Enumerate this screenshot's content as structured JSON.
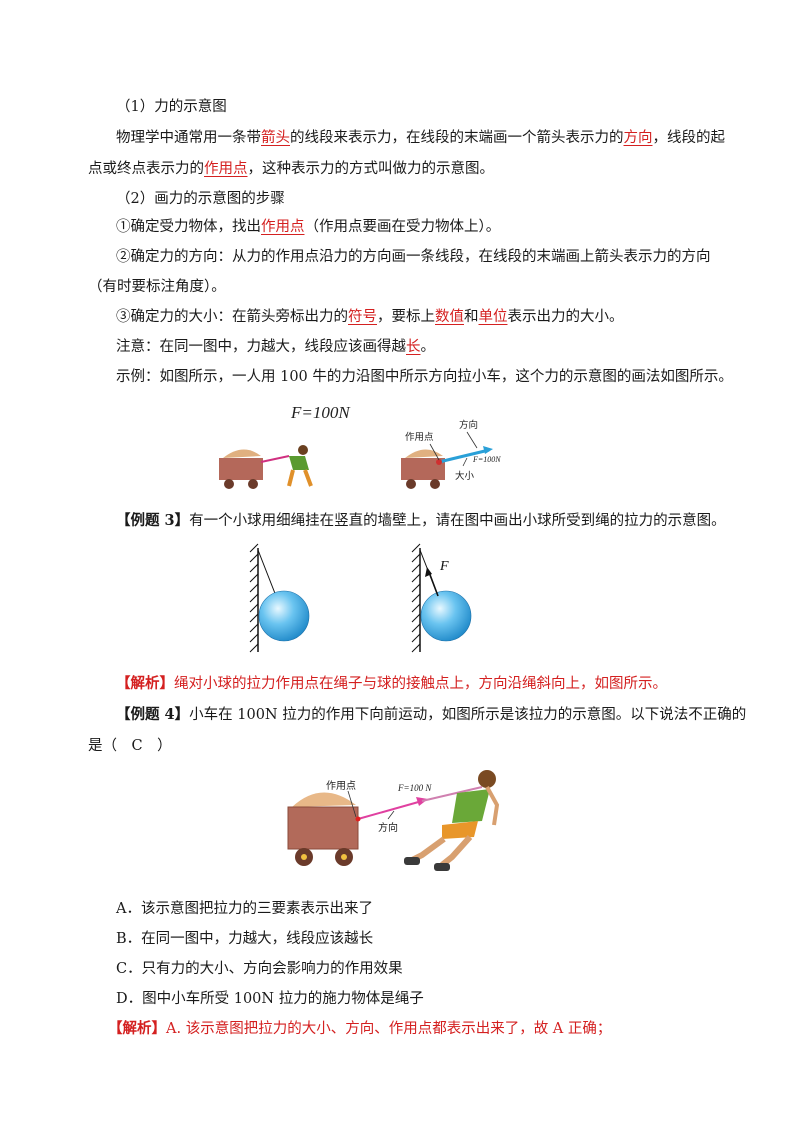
{
  "sec1": {
    "heading": "（1）力的示意图",
    "p1a": "物理学中通常用一条带",
    "p1_kw1": "箭头",
    "p1b": "的线段来表示力，在线段的末端画一个箭头表示力的",
    "p1_kw2": "方向",
    "p1c": "，线段的起",
    "p2a": "点或终点表示力的",
    "p2_kw": "作用点",
    "p2b": "，这种表示力的方式叫做力的示意图。"
  },
  "sec2": {
    "heading": "（2）画力的示意图的步骤",
    "step1a": "①确定受力物体，找出",
    "step1_kw": "作用点",
    "step1b": "（作用点要画在受力物体上）。",
    "step2a": "②确定力的方向：从力的作用点沿力的方向画一条线段，在线段的末端画上箭头表示力的方向",
    "step2b": "（有时要标注角度）。",
    "step3a": "③确定力的大小：在箭头旁标出力的",
    "step3_kw1": "符号",
    "step3b": "，要标上",
    "step3_kw2": "数值",
    "step3c": "和",
    "step3_kw3": "单位",
    "step3d": "表示出力的大小。",
    "notea": "注意：在同一图中，力越大，线段应该画得越",
    "note_kw": "长",
    "noteb": "。",
    "example": "示例：如图所示，一人用 100 牛的力沿图中所示方向拉小车，这个力的示意图的画法如图所示。"
  },
  "fig1": {
    "f_label": "F=100N",
    "pt_label": "作用点",
    "dir_label": "方向",
    "mag_label": "大小",
    "f_small": "F=100N"
  },
  "ex3": {
    "tag": "【例题 3】",
    "text": "有一个小球用细绳挂在竖直的墙壁上，请在图中画出小球所受到绳的拉力的示意图。",
    "f_label": "F",
    "analysis_tag": "【解析】",
    "analysis": "绳对小球的拉力作用点在绳子与球的接触点上，方向沿绳斜向上，如图所示。"
  },
  "ex4": {
    "tag": "【例题 4】",
    "text1": "小车在 100N 拉力的作用下向前运动，如图所示是该拉力的示意图。以下说法不正确的",
    "text2": "是（　C　）",
    "pt_label": "作用点",
    "f_label": "F=100 N",
    "dir_label": "方向",
    "optA": "A．该示意图把拉力的三要素表示出来了",
    "optB": "B．在同一图中，力越大，线段应该越长",
    "optC": "C．只有力的大小、方向会影响力的作用效果",
    "optD": "D．图中小车所受 100N 拉力的施力物体是绳子",
    "analysis_tag": "【解析】",
    "analysis": "A. 该示意图把拉力的大小、方向、作用点都表示出来了，故 A 正确；"
  }
}
